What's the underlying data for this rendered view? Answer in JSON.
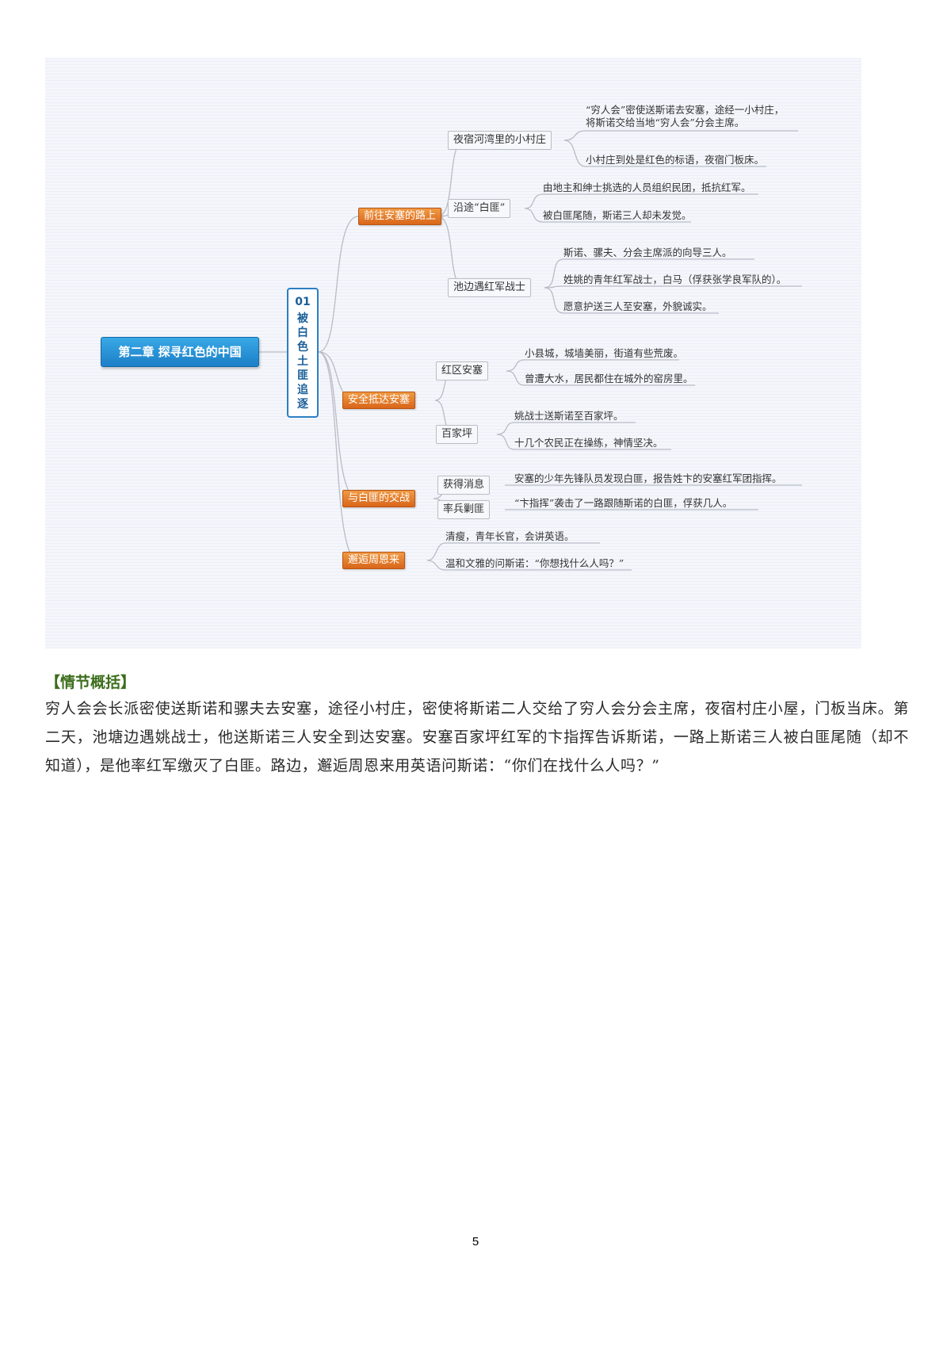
{
  "mindmap": {
    "root": "第二章 探寻红色的中国",
    "chapter": {
      "number": "01",
      "title": "被白色土匪追逐"
    },
    "branches": [
      {
        "label": "前往安塞的路上",
        "subs": [
          {
            "label": "夜宿河湾里的小村庄",
            "leaves": [
              "“穷人会”密使送斯诺去安塞，途经一小村庄，\n将斯诺交给当地“穷人会”分会主席。",
              "小村庄到处是红色的标语，夜宿门板床。"
            ]
          },
          {
            "label": "沿途“白匪”",
            "leaves": [
              "由地主和绅士挑选的人员组织民团，抵抗红军。",
              "被白匪尾随，斯诺三人却未发觉。"
            ]
          },
          {
            "label": "池边遇红军战士",
            "leaves": [
              "斯诺、骡夫、分会主席派的向导三人。",
              "姓姚的青年红军战士，白马（俘获张学良军队的）。",
              "愿意护送三人至安塞，外貌诚实。"
            ]
          }
        ]
      },
      {
        "label": "安全抵达安塞",
        "subs": [
          {
            "label": "红区安塞",
            "leaves": [
              "小县城，城墙美丽，街道有些荒废。",
              "曾遭大水，居民都住在城外的窑房里。"
            ]
          },
          {
            "label": "百家坪",
            "leaves": [
              "姚战士送斯诺至百家坪。",
              "十几个农民正在操练，神情坚决。"
            ]
          }
        ]
      },
      {
        "label": "与白匪的交战",
        "subs": [
          {
            "label": "获得消息",
            "leaves": [
              "安塞的少年先锋队员发现白匪，报告姓卞的安塞红军团指挥。"
            ]
          },
          {
            "label": "率兵剿匪",
            "leaves": [
              "“卞指挥”袭击了一路跟随斯诺的白匪，俘获几人。"
            ]
          }
        ]
      },
      {
        "label": "邂逅周恩来",
        "leaves": [
          "清瘦，青年长官，会讲英语。",
          "温和文雅的问斯诺：“你想找什么人吗？”"
        ]
      }
    ]
  },
  "summary": {
    "heading": "【情节概括】",
    "body": "穷人会会长派密使送斯诺和骡夫去安塞，途径小村庄，密使将斯诺二人交给了穷人会分会主席，夜宿村庄小屋，门板当床。第二天，池塘边遇姚战士，他送斯诺三人安全到达安塞。安塞百家坪红军的卞指挥告诉斯诺，一路上斯诺三人被白匪尾随（却不知道），是他率红军缴灭了白匪。路边，邂逅周恩来用英语问斯诺：“你们在找什么人吗？”"
  },
  "footer": {
    "page_number": "5"
  },
  "colors": {
    "root_fill": "#1b7fc7",
    "branch_fill": "#d9661a",
    "connector": "#b8bcc6",
    "heading_green": "#3c6e1c"
  }
}
